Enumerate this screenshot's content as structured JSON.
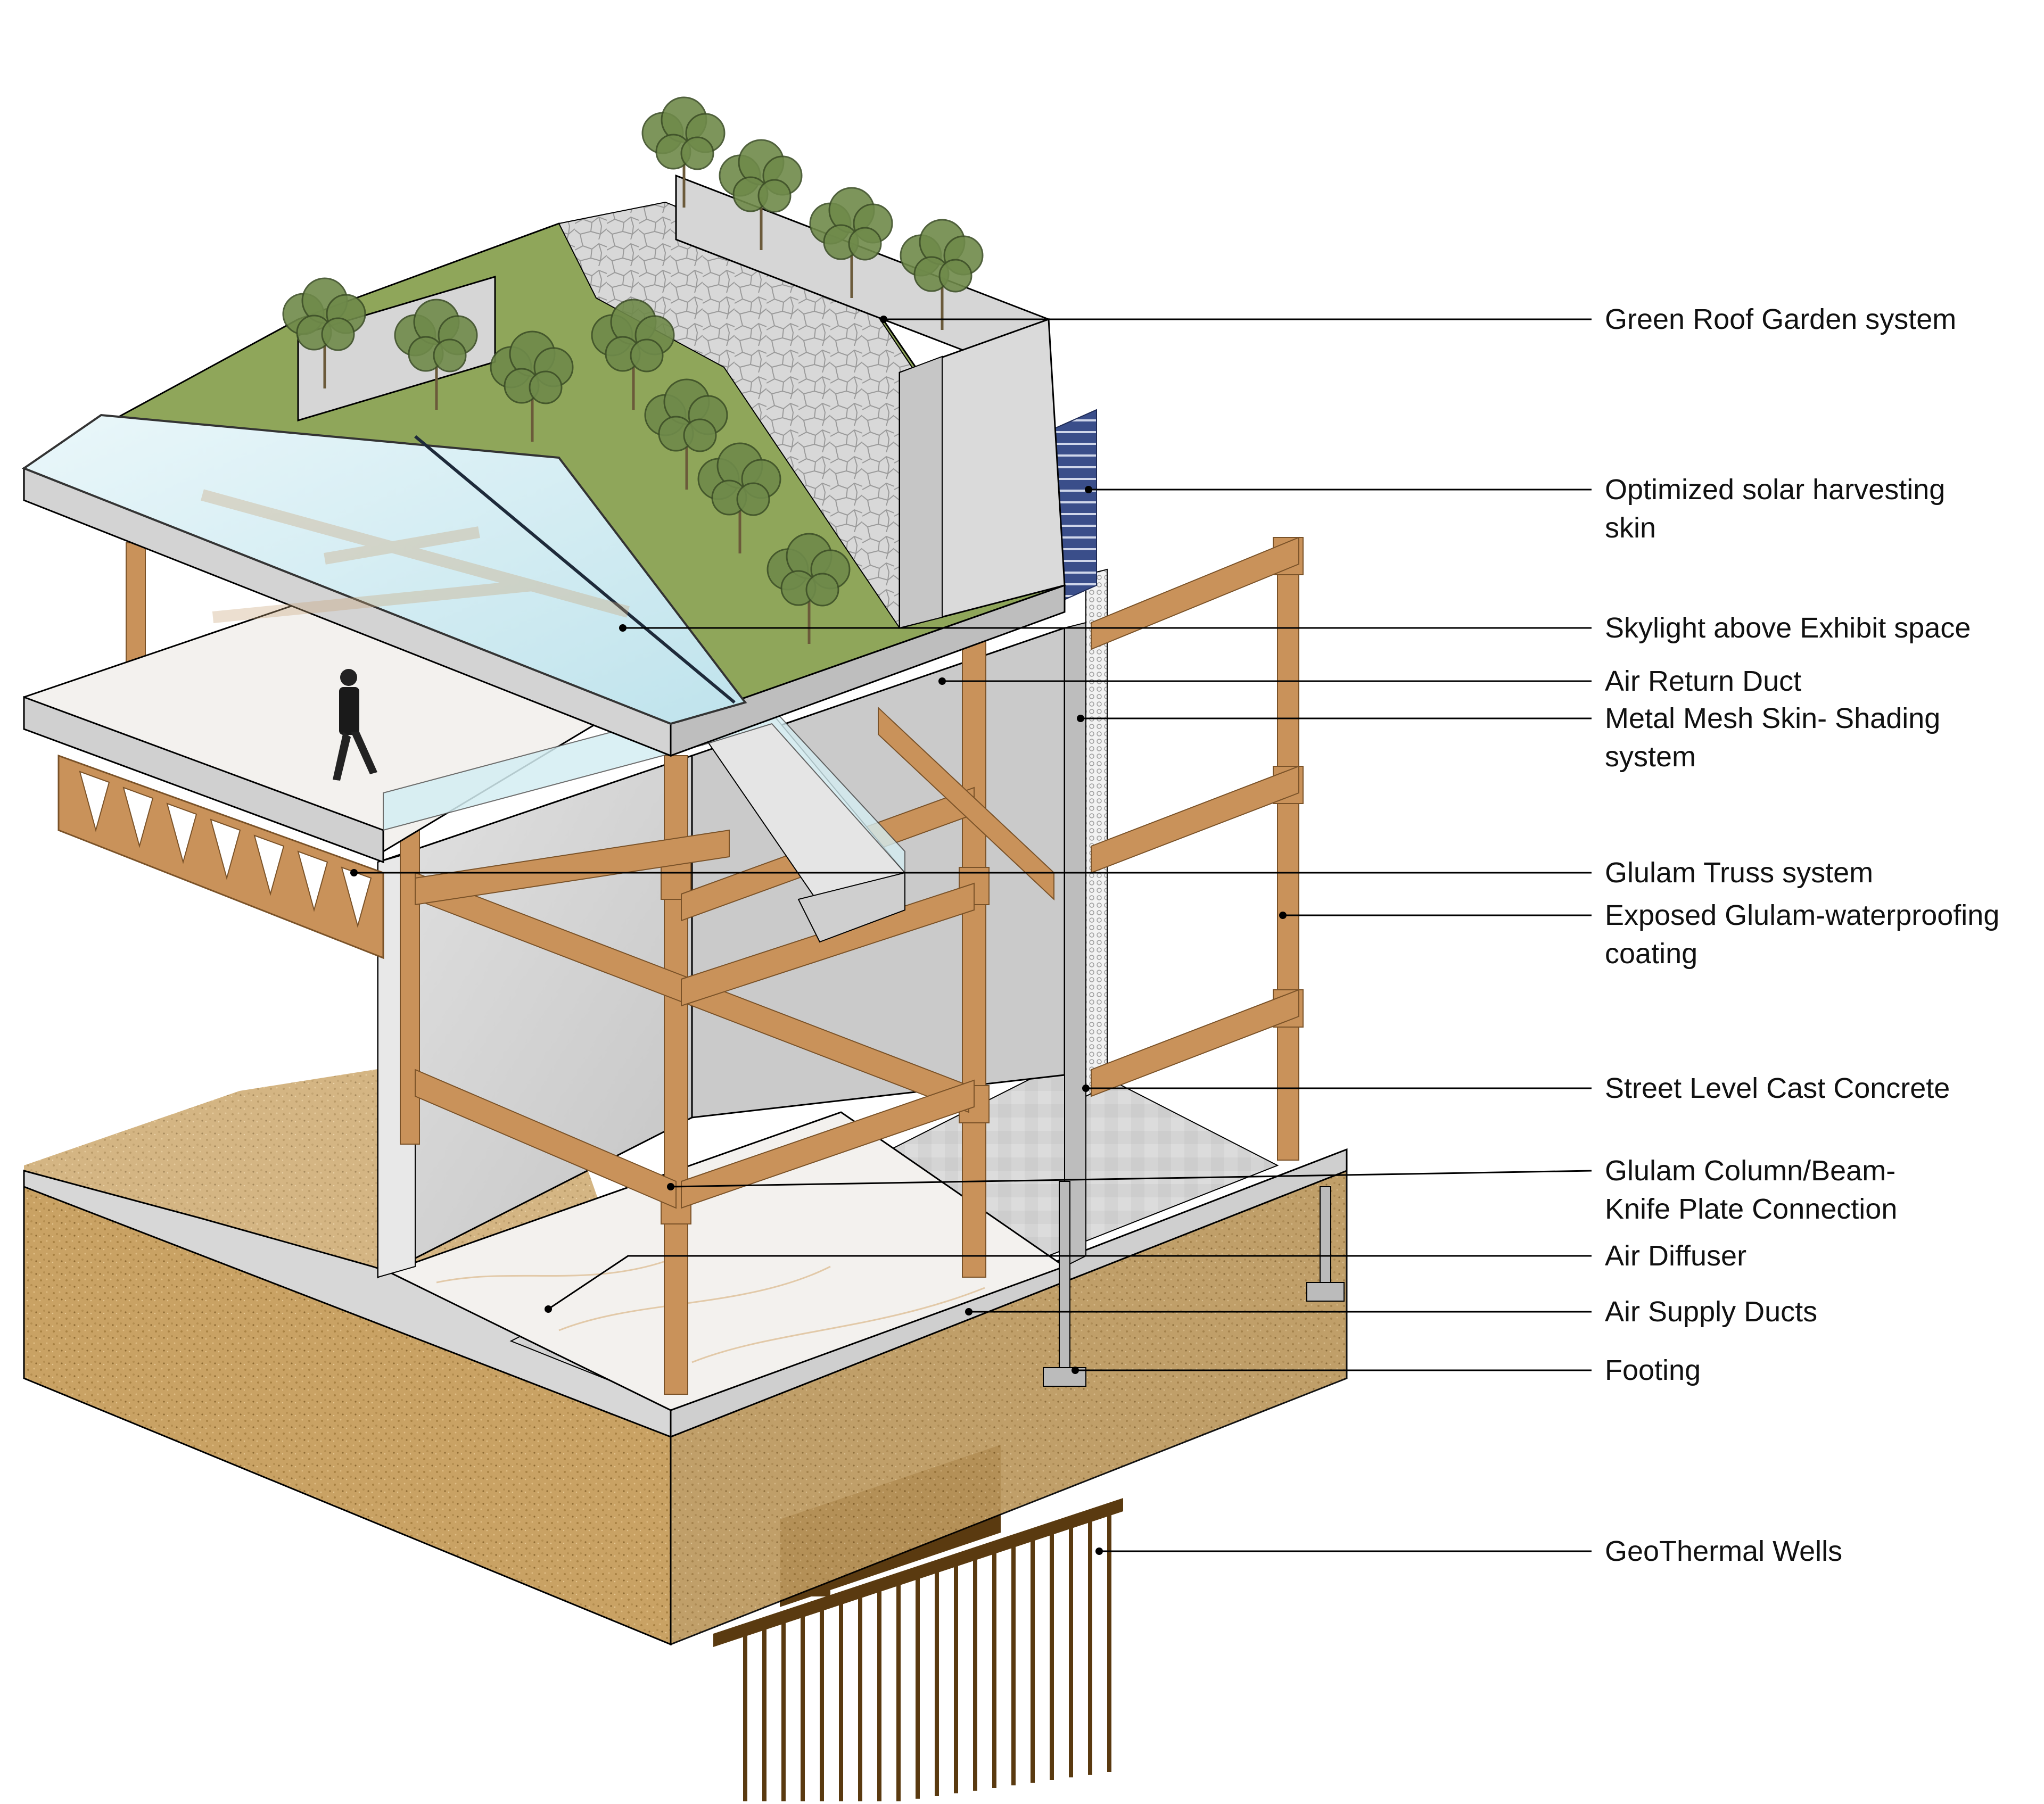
{
  "callouts": [
    {
      "id": "green-roof",
      "lines": [
        "Green Roof Garden system"
      ]
    },
    {
      "id": "solar-skin",
      "lines": [
        "Optimized solar harvesting",
        "skin"
      ]
    },
    {
      "id": "skylight",
      "lines": [
        "Skylight above Exhibit space"
      ]
    },
    {
      "id": "air-return",
      "lines": [
        "Air Return Duct"
      ]
    },
    {
      "id": "metal-mesh",
      "lines": [
        "Metal Mesh Skin- Shading",
        "system"
      ]
    },
    {
      "id": "glulam-truss",
      "lines": [
        "Glulam Truss system"
      ]
    },
    {
      "id": "exposed-glulam",
      "lines": [
        "Exposed Glulam-waterproofing",
        "coating"
      ]
    },
    {
      "id": "street-concrete",
      "lines": [
        "Street Level Cast Concrete"
      ]
    },
    {
      "id": "knife-plate",
      "lines": [
        "Glulam Column/Beam-",
        "Knife Plate Connection"
      ]
    },
    {
      "id": "air-diffuser",
      "lines": [
        "Air Diffuser"
      ]
    },
    {
      "id": "air-supply",
      "lines": [
        "Air Supply Ducts"
      ]
    },
    {
      "id": "footing",
      "lines": [
        "Footing"
      ]
    },
    {
      "id": "geothermal",
      "lines": [
        "GeoThermal Wells"
      ]
    }
  ],
  "colors": {
    "glulam": "#C9925A",
    "glulam_dark": "#9C6A3A",
    "green_roof": "#8FA65A",
    "concrete": "#D9D9D9",
    "soil": "#C9A264",
    "glass": "#D4EEF3",
    "geo_well": "#5A3A10",
    "solar": "#3A4E8A",
    "marble": "#F3F1EE"
  },
  "icons": [
    "tree-icon",
    "person-icon"
  ]
}
